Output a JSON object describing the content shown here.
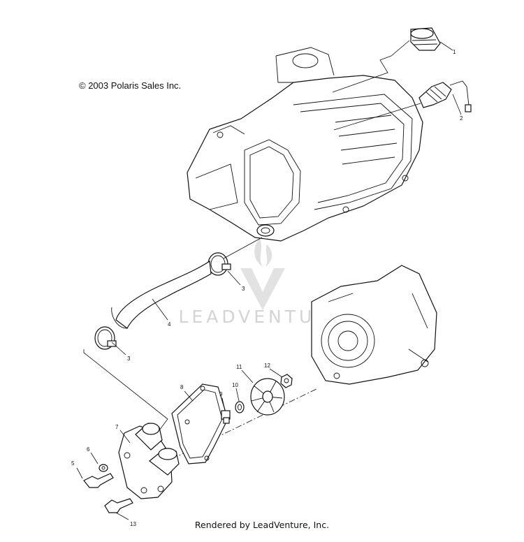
{
  "copyright": "© 2003 Polaris Sales Inc.",
  "footer": "Rendered by LeadVenture, Inc.",
  "watermark": "LEADVENTURE",
  "callouts": [
    {
      "id": "p1",
      "label": "1"
    },
    {
      "id": "p2",
      "label": "2"
    },
    {
      "id": "p3a",
      "label": "3"
    },
    {
      "id": "p3b",
      "label": "3"
    },
    {
      "id": "p4",
      "label": "4"
    },
    {
      "id": "p5",
      "label": "5"
    },
    {
      "id": "p6",
      "label": "6"
    },
    {
      "id": "p7",
      "label": "7"
    },
    {
      "id": "p8",
      "label": "8"
    },
    {
      "id": "p9",
      "label": "9"
    },
    {
      "id": "p10",
      "label": "10"
    },
    {
      "id": "p11",
      "label": "11"
    },
    {
      "id": "p12",
      "label": "12"
    },
    {
      "id": "p13",
      "label": "13"
    }
  ]
}
